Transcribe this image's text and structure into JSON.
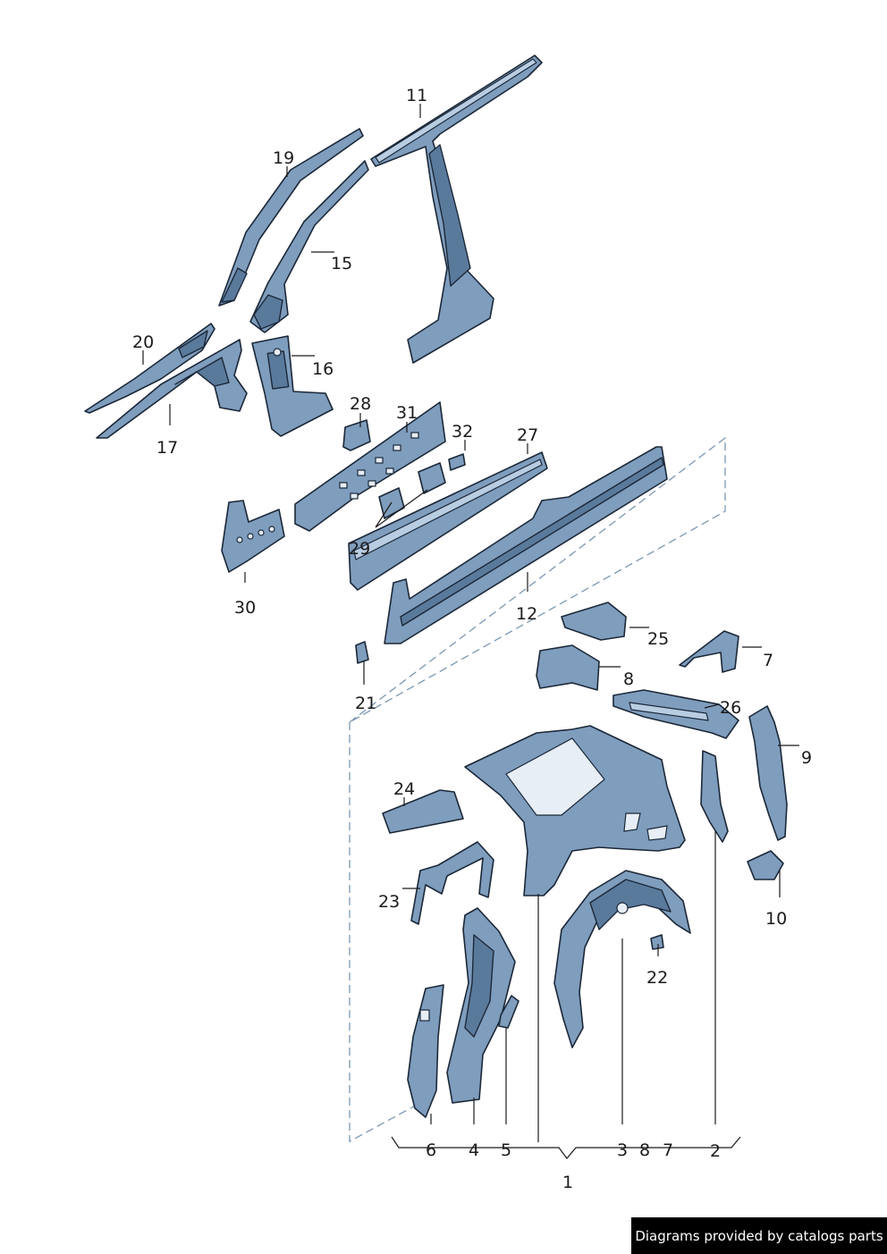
{
  "diagram": {
    "colors": {
      "part": "#7f9dbd",
      "part_dark": "#5a7a9c",
      "part_light": "#b9cde2",
      "outline": "#1b2838",
      "dashed_frame": "#7b97b3"
    },
    "callouts": {
      "p11": "11",
      "p19": "19",
      "p15": "15",
      "p20": "20",
      "p16": "16",
      "p17": "17",
      "p28": "28",
      "p31": "31",
      "p32": "32",
      "p27": "27",
      "p29": "29",
      "p30": "30",
      "p12": "12",
      "p25": "25",
      "p7": "7",
      "p21": "21",
      "p8": "8",
      "p26": "26",
      "p9": "9",
      "p24": "24",
      "p23": "23",
      "p10": "10",
      "p22": "22"
    },
    "group_labels": {
      "g6": "6",
      "g4": "4",
      "g5": "5",
      "g3": "3",
      "g8": "8",
      "g7": "7",
      "g2": "2",
      "g1": "1"
    }
  },
  "footer": {
    "credit": "Diagrams provided by catalogs parts"
  }
}
